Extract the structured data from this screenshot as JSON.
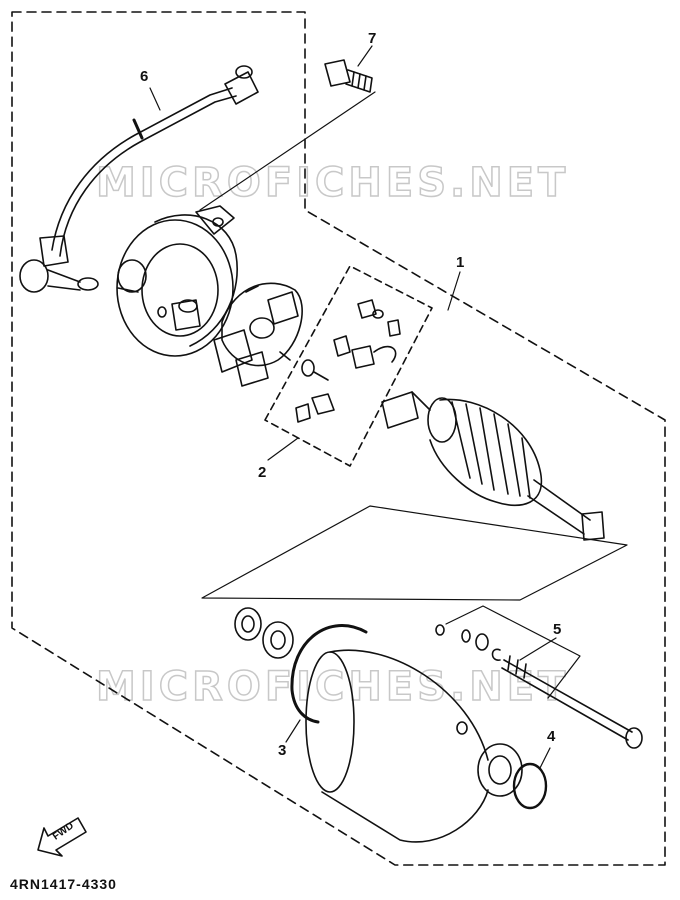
{
  "callouts": [
    "1",
    "2",
    "3",
    "4",
    "5",
    "6",
    "7"
  ],
  "watermark": "MICROFICHES.NET",
  "part_number": "4RN1417-4330",
  "fwd_label": "FWD",
  "colors": {
    "line": "#111111",
    "watermark_outline": "#c8c8c8"
  }
}
